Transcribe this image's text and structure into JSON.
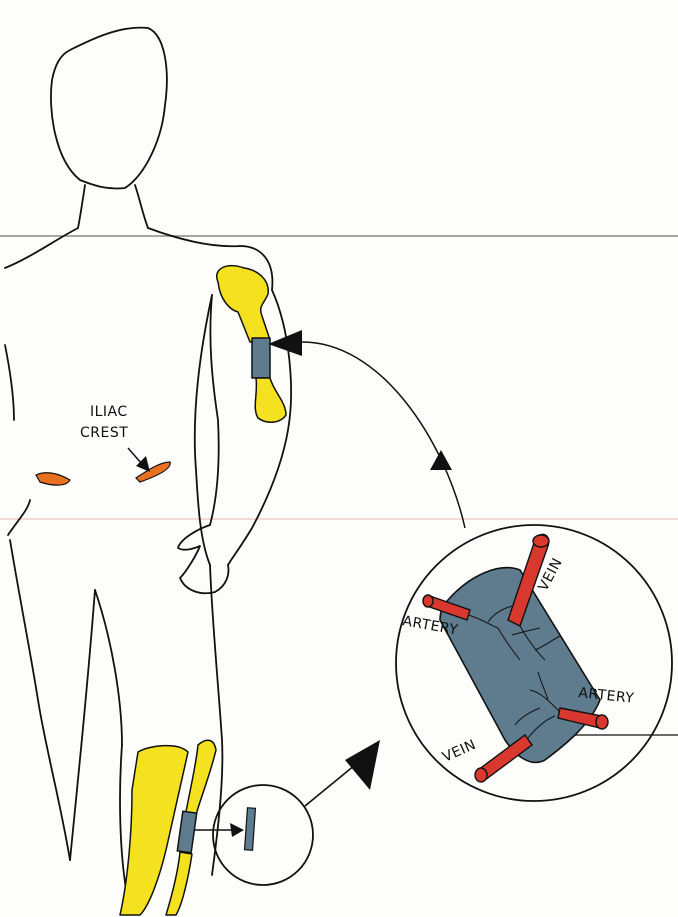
{
  "labels": {
    "iliac_crest_line1": "ILIAC",
    "iliac_crest_line2": "CREST",
    "vein_top": "VEIN",
    "artery_left": "ARTERY",
    "artery_right": "ARTERY",
    "vein_bottom": "VEIN"
  },
  "colors": {
    "ink": "#111111",
    "bone": "#f4e11f",
    "graft": "#5f7c8e",
    "iliac_crest": "#e8701f",
    "vessel": "#d8382e",
    "paper": "#fdfdfb",
    "ruled_line": "#8a8a8a"
  },
  "icons": [
    "arrow-head",
    "magnifier-circle"
  ]
}
